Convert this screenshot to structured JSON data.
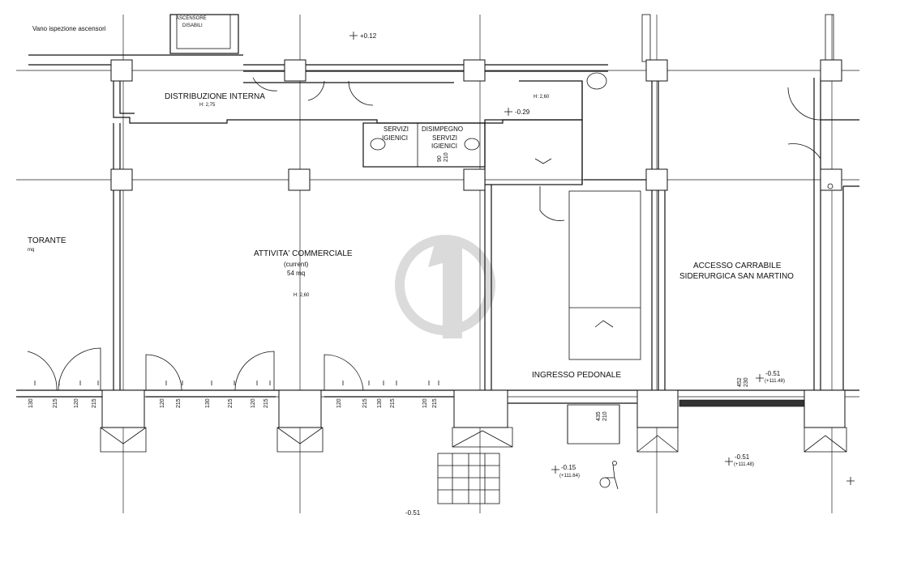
{
  "plan": {
    "rooms": {
      "vano_ispezione": "Vano ispezione ascensori",
      "ascensore_line1": "ASCENSORE",
      "ascensore_line2": "DISABILI",
      "distribuzione": "DISTRIBUZIONE INTERNA",
      "distribuzione_h": "H: 2,75",
      "servizi": "SERVIZI",
      "igienici": "IGIENICI",
      "disimpegno": "DISIMPEGNO",
      "servizi2": "SERVIZI",
      "igienici2": "IGIENICI",
      "torante": "TORANTE",
      "torante_mq": "mq",
      "attivita": "ATTIVITA' COMMERCIALE",
      "attivita_sub": "(current)",
      "attivita_mq": "54 mq",
      "attivita_h": "H: 2,60",
      "accesso_line1": "ACCESSO CARRABILE",
      "accesso_line2": "SIDERURGICA SAN MARTINO",
      "ingresso": "INGRESSO PEDONALE",
      "h_stair": "H: 2,60"
    },
    "levels": {
      "l1": "+0.12",
      "l2": "-0.29",
      "l3_a": "-0.51",
      "l3_b": "(+111.48)",
      "l4_a": "-0.51",
      "l4_b": "(+111.48)",
      "l5_a": "-0.15",
      "l5_b": "(+111.64)",
      "l6": "-0.51"
    },
    "dims": {
      "d90": "90",
      "d210a": "210",
      "d435": "435",
      "d210b": "210",
      "d452": "452",
      "d230": "230",
      "row": [
        "130",
        "215",
        "120",
        "215",
        "120",
        "215",
        "130",
        "215",
        "120",
        "215",
        "120",
        "215",
        "130",
        "215",
        "120",
        "215"
      ]
    }
  },
  "colors": {
    "ink": "#111111",
    "watermark": "#bdbdbd"
  }
}
